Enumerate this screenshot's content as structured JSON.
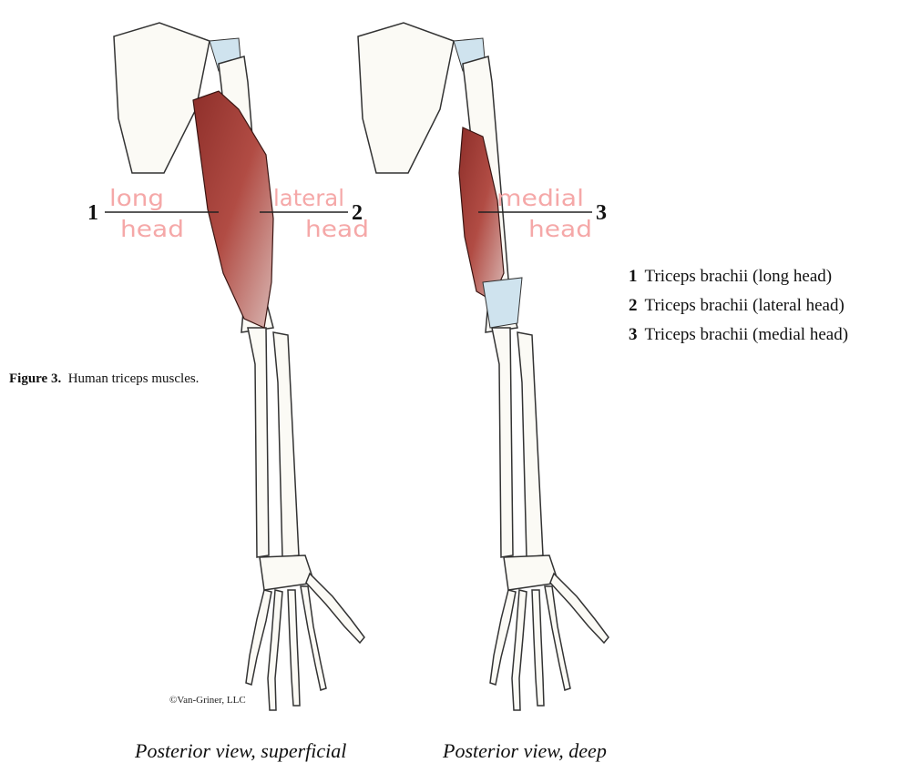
{
  "labels": {
    "marker_1": "1",
    "marker_2": "2",
    "marker_3": "3",
    "handwritten_1": [
      "long",
      "head"
    ],
    "handwritten_2": [
      "lateral",
      "head"
    ],
    "handwritten_3": [
      "medial",
      "head"
    ]
  },
  "legend": [
    {
      "num": "1",
      "text": "Triceps brachii (long head)"
    },
    {
      "num": "2",
      "text": "Triceps brachii (lateral head)"
    },
    {
      "num": "3",
      "text": "Triceps brachii (medial head)"
    }
  ],
  "caption": {
    "figure": "Figure 3.",
    "text": "Human triceps muscles."
  },
  "copyright": "©Van-Griner, LLC",
  "views": [
    "Posterior view, superficial",
    "Posterior view, deep"
  ],
  "colors": {
    "muscle": "#a63f38",
    "handwriting": "#f5a8a8"
  }
}
